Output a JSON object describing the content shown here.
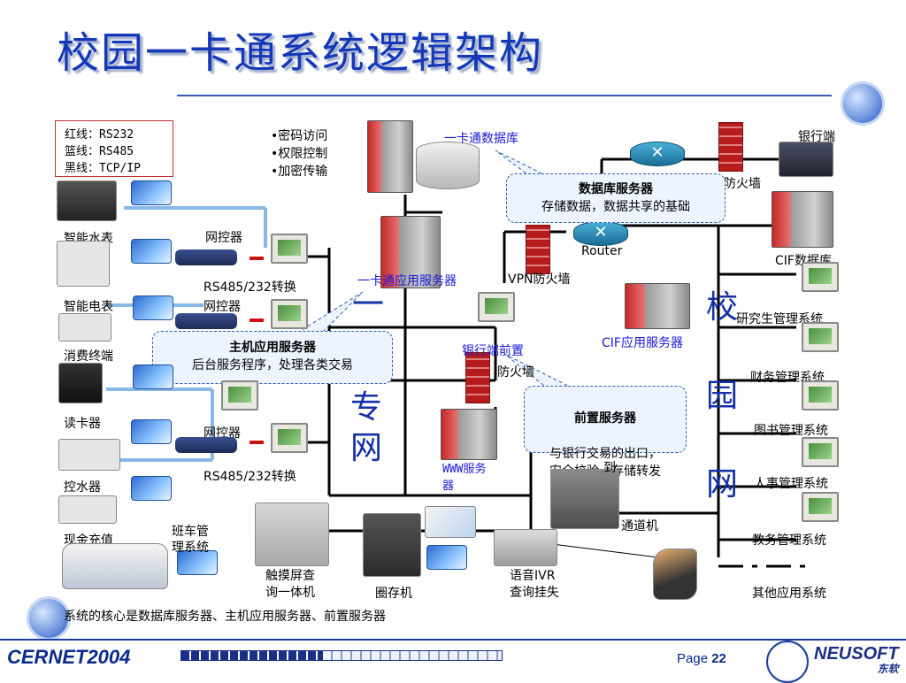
{
  "title": "校园一卡通系统逻辑架构",
  "legend": [
    "红线：RS232",
    "篮线：RS485",
    "黑线：TCP/IP"
  ],
  "security_bullets": [
    "•密码访问",
    "•权限控制",
    "•加密传输"
  ],
  "labels": {
    "card_db": "一卡通数据库",
    "bank_end": "银行端",
    "firewall_top": "防火墙",
    "router": "Router",
    "vpn_firewall": "VPN防火墙",
    "app_server": "一卡通应用服务器",
    "bank_front": "银行端前置",
    "firewall_mid": "防火墙",
    "www_server": "WWW服务器",
    "cif_db": "CIF数据库",
    "cif_app": "CIF应用服务器",
    "gate": "通道机",
    "ivr": "语音IVR\n查询挂失",
    "kiosk": "触摸屏查\n询一体机",
    "deposit": "圈存机",
    "shuttle": "班车管\n理系统",
    "attendance": "到",
    "grad": "研究生管理系统",
    "finance": "财务管理系统",
    "library": "图书管理系统",
    "hr": "人事管理系统",
    "academic": "教务管理系统",
    "other": "其他应用系统",
    "water_meter": "智能水表",
    "electric_meter": "智能电表",
    "pos": "消费终端",
    "reader": "读卡器",
    "water_ctrl": "控水器",
    "cash": "现金充值",
    "netctrl_1": "网控器",
    "rs_1": "RS485/232转换",
    "netctrl_2": "网控器",
    "netctrl_3": "网控器",
    "rs_2": "RS485/232转换"
  },
  "callouts": {
    "db": {
      "title": "数据库服务器",
      "body": "存储数据，数据共享的基础"
    },
    "host": {
      "title": "主机应用服务器",
      "body": "后台服务程序，处理各类交易"
    },
    "front": {
      "title": "前置服务器",
      "body": "与银行交易的出口，\n安全校验，存储转发"
    }
  },
  "network_labels": {
    "private": "专网",
    "campus": "校园网",
    "private_top": "一卡"
  },
  "core_note": "系统的核心是数据库服务器、主机应用服务器、前置服务器",
  "footer": {
    "event": "CERNET2004",
    "page_prefix": "Page",
    "page_num": "22",
    "logo_text": "NEUSOFT",
    "logo_cn": "东软"
  },
  "colors": {
    "title": "#1438b8",
    "accent": "#2b5fb8",
    "rs232": "#d01010",
    "rs485": "#7ab0e0",
    "tcpip": "#000000"
  }
}
